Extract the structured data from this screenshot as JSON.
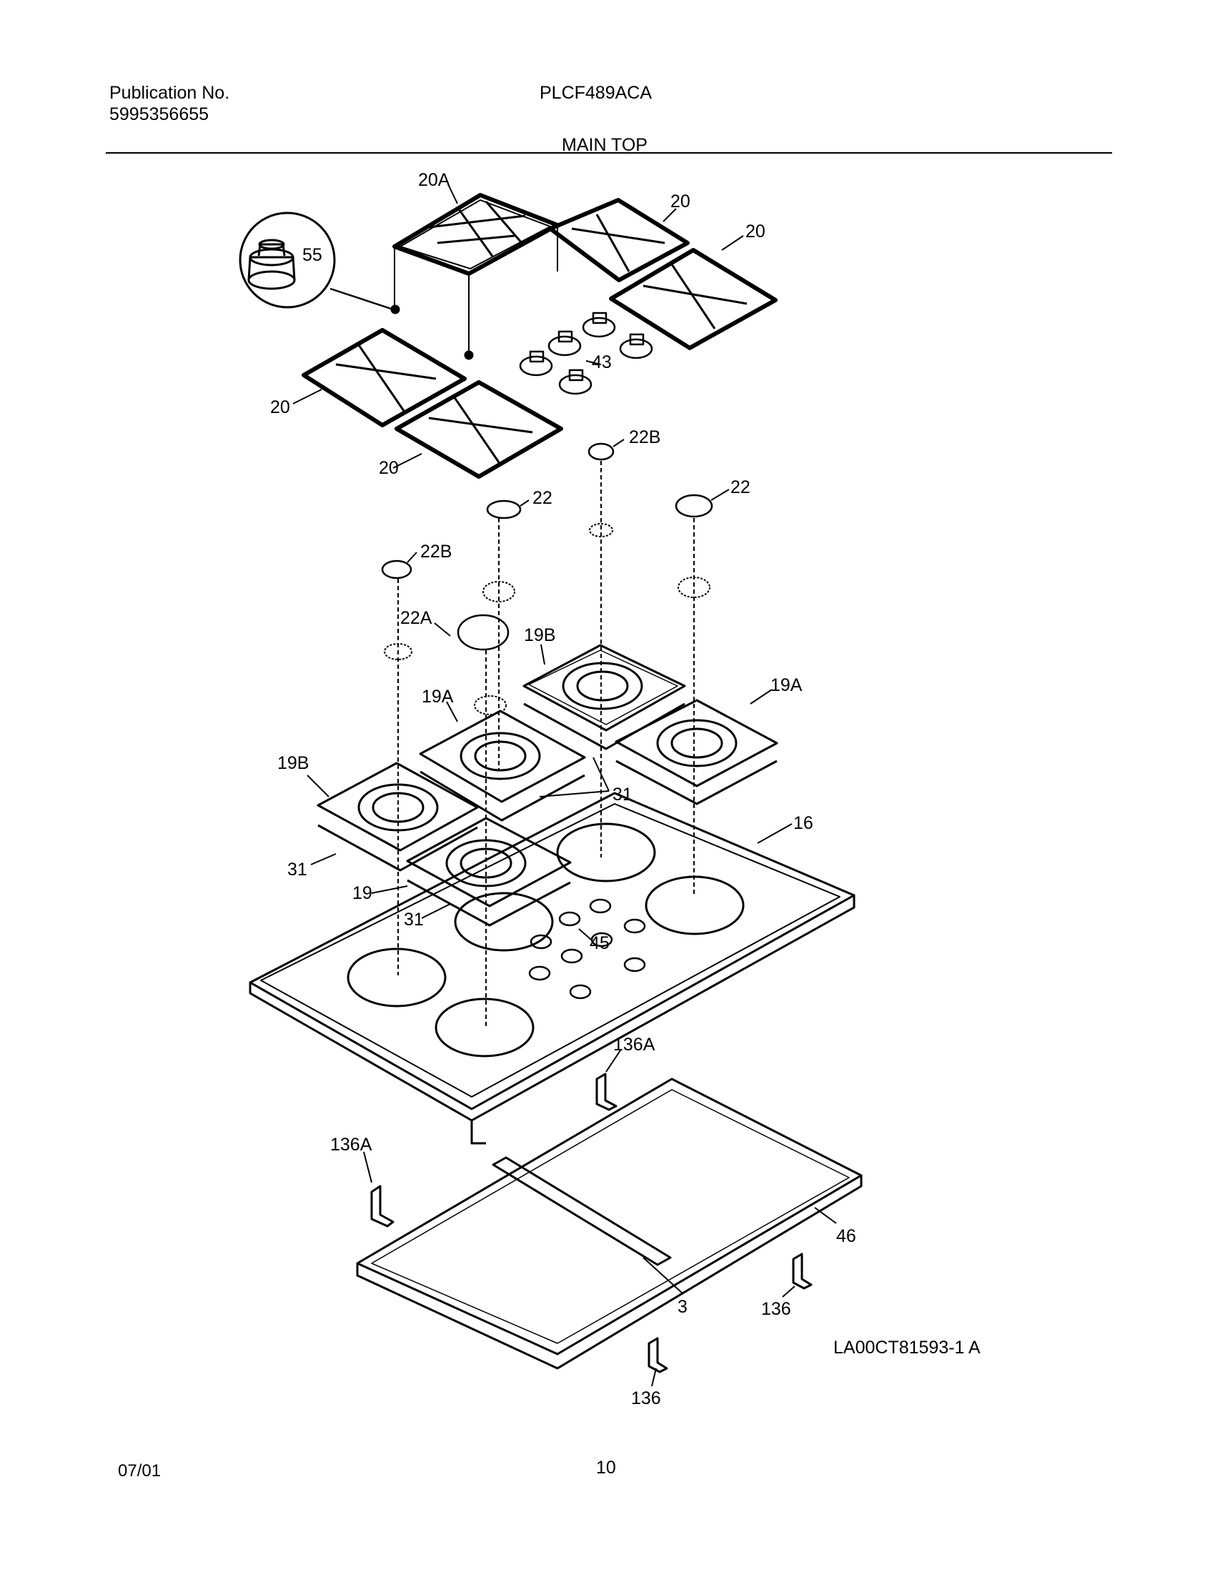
{
  "header": {
    "publication_label": "Publication No.",
    "publication_number": "5995356655",
    "model": "PLCF489ACA",
    "section_title": "MAIN TOP"
  },
  "diagram": {
    "id": "LA00CT81593-1 A",
    "callouts": [
      "20A",
      "20",
      "20",
      "55",
      "43",
      "20",
      "20",
      "22B",
      "22",
      "22",
      "22B",
      "22A",
      "19B",
      "19A",
      "19A",
      "19B",
      "31",
      "16",
      "31",
      "19",
      "31",
      "45",
      "136A",
      "136A",
      "46",
      "3",
      "136",
      "136"
    ]
  },
  "footer": {
    "date": "07/01",
    "page": "10"
  }
}
